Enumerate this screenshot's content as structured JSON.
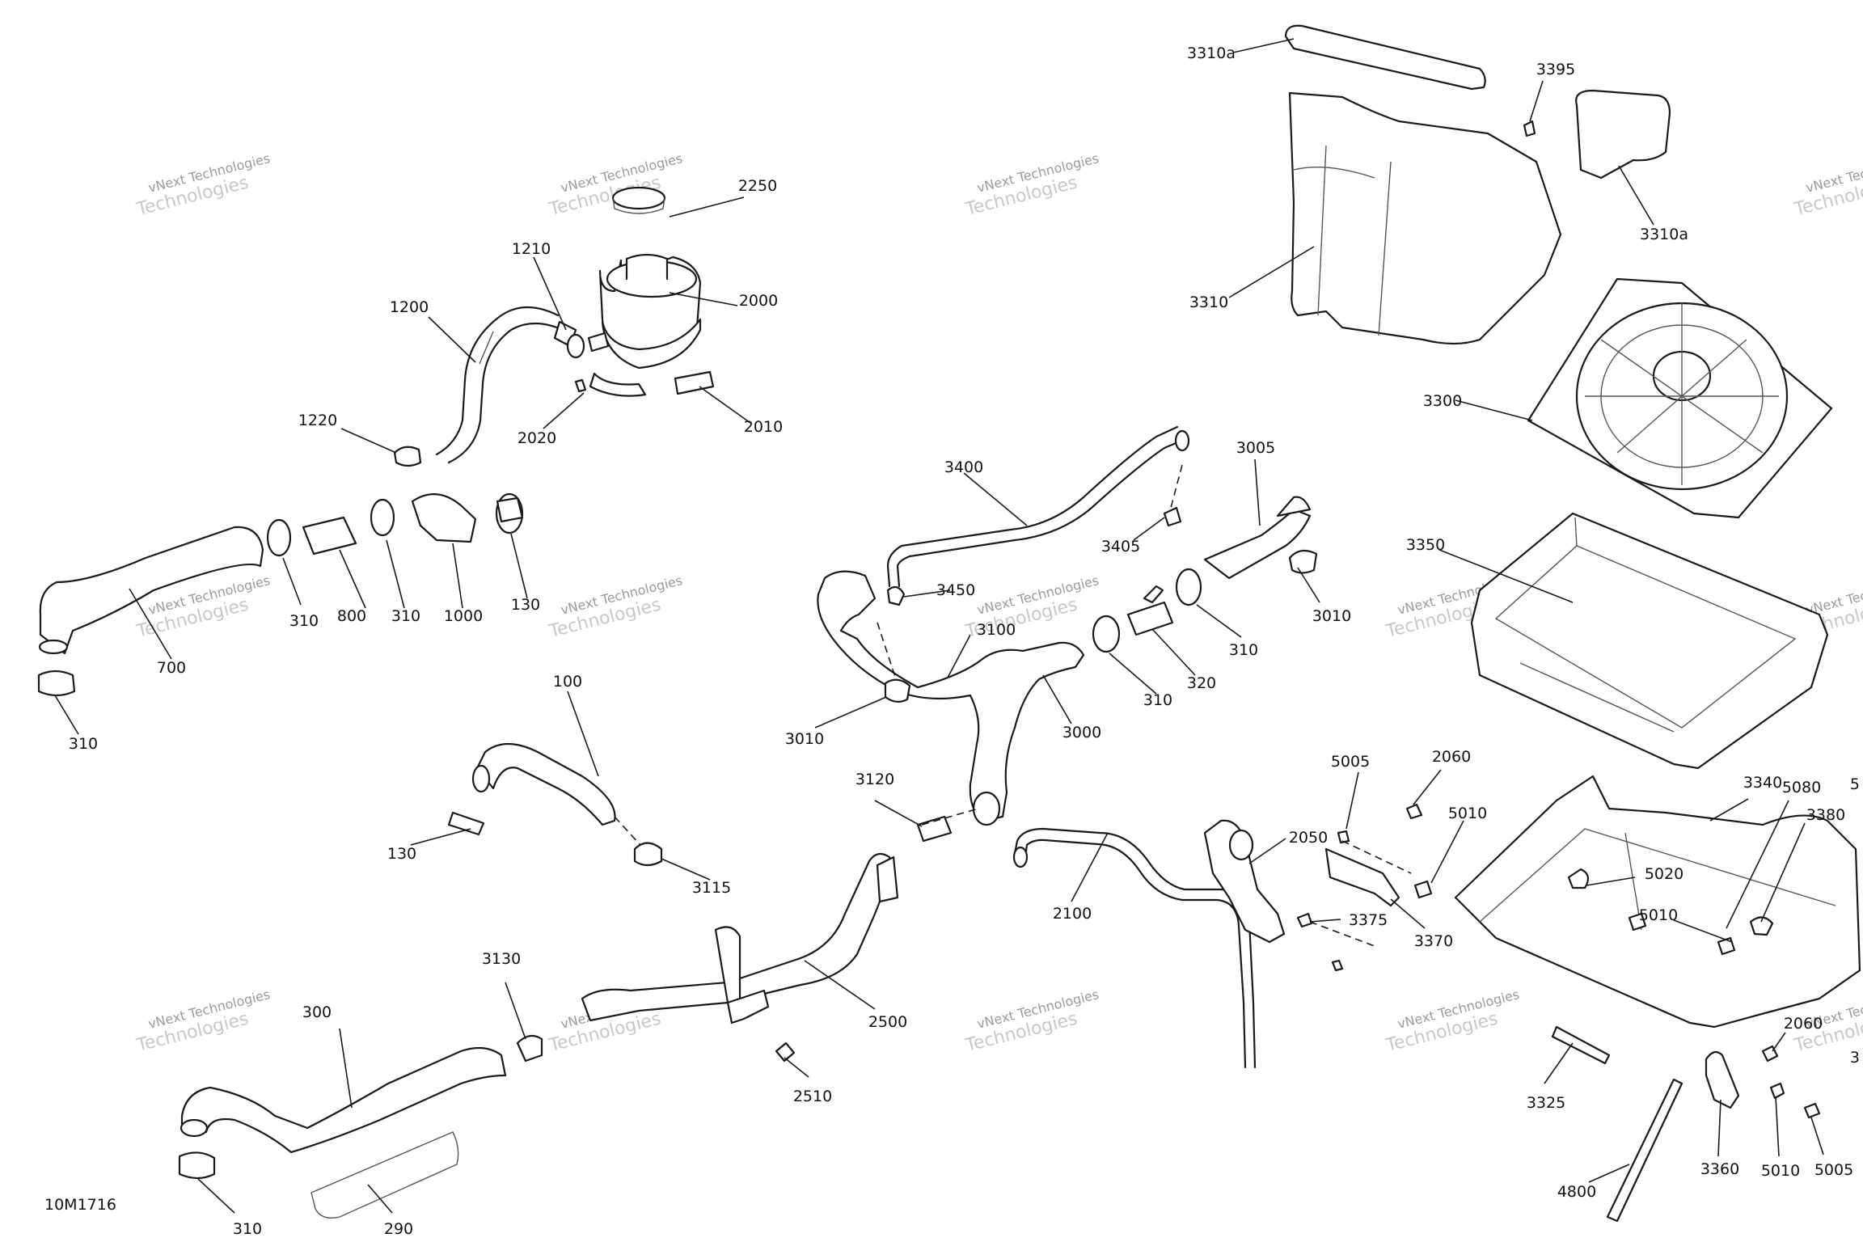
{
  "diagram": {
    "code": "10M1716",
    "watermark": {
      "line1": "vNext Technologies",
      "line2": "Technologies"
    },
    "callouts": [
      {
        "text": "2250"
      },
      {
        "text": "1210"
      },
      {
        "text": "2000"
      },
      {
        "text": "1200"
      },
      {
        "text": "2010"
      },
      {
        "text": "2020"
      },
      {
        "text": "1220"
      },
      {
        "text": "310"
      },
      {
        "text": "800"
      },
      {
        "text": "310"
      },
      {
        "text": "1000"
      },
      {
        "text": "130"
      },
      {
        "text": "700"
      },
      {
        "text": "310"
      },
      {
        "text": "100"
      },
      {
        "text": "130"
      },
      {
        "text": "3115"
      },
      {
        "text": "3400"
      },
      {
        "text": "3405"
      },
      {
        "text": "3005"
      },
      {
        "text": "3450"
      },
      {
        "text": "3100"
      },
      {
        "text": "3010"
      },
      {
        "text": "3000"
      },
      {
        "text": "310"
      },
      {
        "text": "320"
      },
      {
        "text": "310"
      },
      {
        "text": "3010"
      },
      {
        "text": "3120"
      },
      {
        "text": "2100"
      },
      {
        "text": "2050"
      },
      {
        "text": "2500"
      },
      {
        "text": "2510"
      },
      {
        "text": "3130"
      },
      {
        "text": "300"
      },
      {
        "text": "310"
      },
      {
        "text": "290"
      },
      {
        "text": "3310a"
      },
      {
        "text": "3395"
      },
      {
        "text": "3310a"
      },
      {
        "text": "3310"
      },
      {
        "text": "3300"
      },
      {
        "text": "3350"
      },
      {
        "text": "5005"
      },
      {
        "text": "2060"
      },
      {
        "text": "5010"
      },
      {
        "text": "3375"
      },
      {
        "text": "3370"
      },
      {
        "text": "3340"
      },
      {
        "text": "5080"
      },
      {
        "text": "3380"
      },
      {
        "text": "5020"
      },
      {
        "text": "5010"
      },
      {
        "text": "2060"
      },
      {
        "text": "3325"
      },
      {
        "text": "3360"
      },
      {
        "text": "5010"
      },
      {
        "text": "5005"
      },
      {
        "text": "4800"
      },
      {
        "text": "5"
      },
      {
        "text": "3"
      }
    ]
  }
}
